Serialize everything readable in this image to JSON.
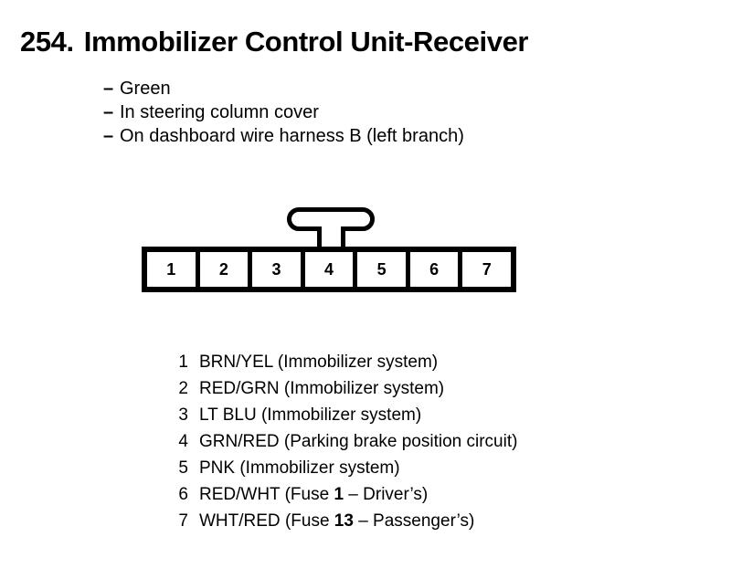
{
  "title": {
    "number": "254.",
    "name": "Immobilizer Control Unit-Receiver"
  },
  "notes": {
    "dash": "–",
    "items": [
      "Green",
      "In steering column cover",
      "On dashboard wire harness B (left branch)"
    ]
  },
  "connector": {
    "cavity_count": 7,
    "pins": [
      "1",
      "2",
      "3",
      "4",
      "5",
      "6",
      "7"
    ],
    "latch_position": "top-center"
  },
  "pin_list": [
    {
      "num": "1",
      "wire": "BRN/YEL",
      "circuit": "(Immobilizer system)"
    },
    {
      "num": "2",
      "wire": "RED/GRN",
      "circuit": "(Immobilizer system)"
    },
    {
      "num": "3",
      "wire": "LT BLU",
      "circuit": "(Immobilizer system)"
    },
    {
      "num": "4",
      "wire": "GRN/RED",
      "circuit": "(Parking brake position circuit)"
    },
    {
      "num": "5",
      "wire": "PNK",
      "circuit": "(Immobilizer system)"
    },
    {
      "num": "6",
      "wire": "RED/WHT",
      "circuit_prefix": "(Fuse ",
      "fuse": "1",
      "circuit_suffix": " – Driver’s)"
    },
    {
      "num": "7",
      "wire": "WHT/RED",
      "circuit_prefix": "(Fuse ",
      "fuse": "13",
      "circuit_suffix": " – Passenger’s)"
    }
  ],
  "colors": {
    "ink": "#000000",
    "page": "#ffffff"
  }
}
